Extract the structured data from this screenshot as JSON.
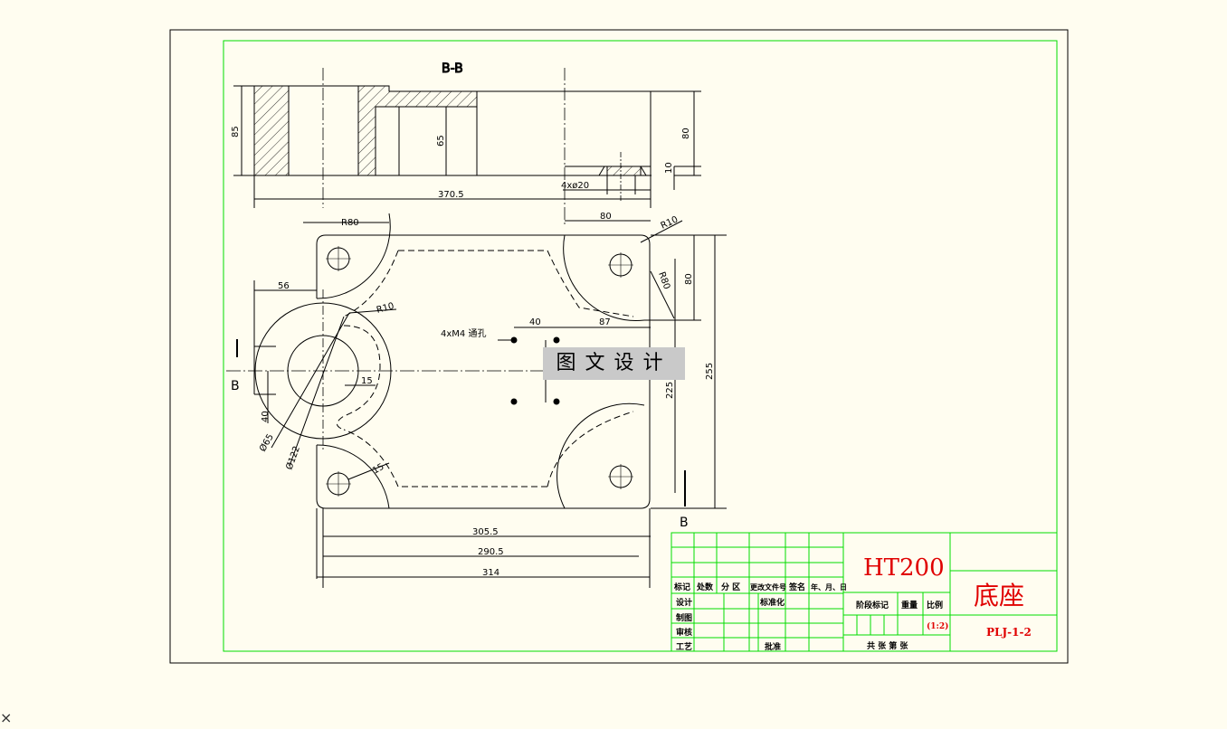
{
  "section_label": "B-B",
  "cut_labels": {
    "left": "B",
    "bottom": "B"
  },
  "dimensions": {
    "d85": "85",
    "d65": "65",
    "d80_top": "80",
    "d10": "10",
    "d370": "370.5",
    "hole4": "4xø20",
    "r80_left": "R80",
    "d80_h": "80",
    "r10_top": "R10",
    "r80_right": "R80",
    "d80_v": "80",
    "d56": "56",
    "r10_mid": "R10",
    "m4": "4xM4  通孔",
    "d40_h": "40",
    "d87": "87",
    "d15_mid": "15",
    "d40_v": "40",
    "d225": "225",
    "d255": "255",
    "phi65": "Ø65",
    "phi122": "Ø122",
    "d15_low": "15",
    "d305": "305.5",
    "d290": "290.5",
    "d314": "314"
  },
  "watermark": "图文设计",
  "title_block": {
    "material": "HT200",
    "part_name": "底座",
    "drawing_no": "PLJ-1-2",
    "scale": "(1:2)",
    "headers": [
      "标记",
      "处数",
      "分 区",
      "更改文件号",
      "签名",
      "年、月、日"
    ],
    "rows": [
      "设计",
      "制图",
      "审核",
      "工艺"
    ],
    "std": "标准化",
    "approve": "批准",
    "stage": "阶段标记",
    "weight": "重量",
    "ratio": "比例",
    "sheets": "共  张  第  张"
  },
  "corner_mark": "×",
  "colors": {
    "border": "#000000",
    "frame": "#00dd00",
    "title_text": "#e00000",
    "background": "#fffdf0"
  }
}
